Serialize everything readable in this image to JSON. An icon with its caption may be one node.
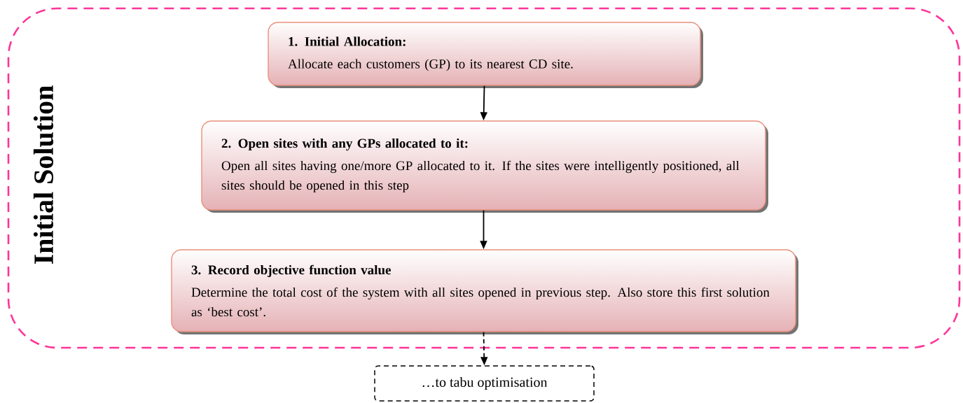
{
  "diagram": {
    "nodes": [
      {
        "text": [
          "Initial Solution"
        ]
      },
      {
        "text": [
          "1. Initial Allocation:",
          "Allocate each customers (GP) to its nearest CD site."
        ],
        "in": 0
      },
      {
        "text": [
          "2. Open sites with any GPs allocated to it:",
          "Open all sites having one/more GP allocated to it. If the sites were intelligently positioned, all sites should be opened in this step"
        ],
        "in": 0
      },
      {
        "text": [
          "3. Record objective function value",
          "Determine the total cost of the system with all sites opened in previous step. Also store this first solution as ‘best cost’."
        ],
        "in": 0
      },
      {
        "text": [
          "…to tabu optimisation"
        ]
      }
    ],
    "edges": [
      {
        "from": 1,
        "to": 2,
        "arrow": "to"
      },
      {
        "from": 2,
        "to": 3,
        "arrow": "to"
      },
      {
        "from": 3,
        "to": 4,
        "arrow": "to",
        "style": "dashed"
      }
    ]
  }
}
